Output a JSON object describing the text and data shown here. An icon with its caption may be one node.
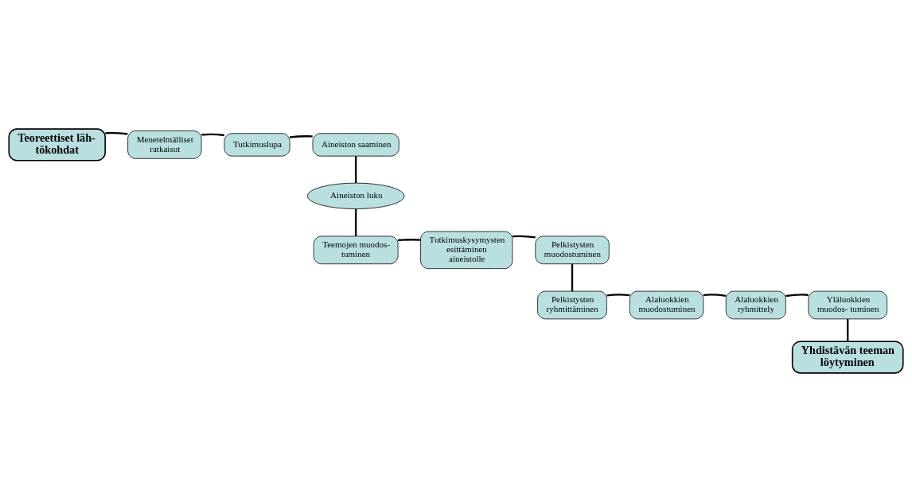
{
  "diagram": {
    "nodes": [
      {
        "text": [
          "Teoreettiset läh- tökohdat"
        ]
      },
      {
        "text": [
          "Menetelmälliset ratkaisut"
        ]
      },
      {
        "text": [
          "Tutkimuslupa"
        ]
      },
      {
        "text": [
          "Aineiston saaminen"
        ]
      },
      {
        "text": [
          "Aineiston luku"
        ]
      },
      {
        "text": [
          "Teemojen muodos- tuminen"
        ]
      },
      {
        "text": [
          "Tutkimuskysymysten esittäminen aineistolle"
        ]
      },
      {
        "text": [
          "Pelkistysten muodostuminen"
        ]
      },
      {
        "text": [
          "Pelkistysten ryhmittäminen"
        ]
      },
      {
        "text": [
          "Alaluokkien muodostuminen"
        ]
      },
      {
        "text": [
          "Alaluokkien ryhmittely"
        ]
      },
      {
        "text": [
          "Yläluokkien muodos- tuminen"
        ]
      },
      {
        "text": [
          "Yhdistävän teeman löytyminen"
        ]
      }
    ],
    "edges": [
      {
        "from": 0,
        "to": 1,
        "arrow": "none"
      },
      {
        "from": 1,
        "to": 2,
        "arrow": "none"
      },
      {
        "from": 2,
        "to": 3,
        "arrow": "none"
      },
      {
        "from": 3,
        "to": 4,
        "arrow": "none"
      },
      {
        "from": 4,
        "to": 5,
        "arrow": "none"
      },
      {
        "from": 5,
        "to": 6,
        "arrow": "none"
      },
      {
        "from": 6,
        "to": 7,
        "arrow": "none"
      },
      {
        "from": 7,
        "to": 8,
        "arrow": "none"
      },
      {
        "from": 8,
        "to": 9,
        "arrow": "none"
      },
      {
        "from": 9,
        "to": 10,
        "arrow": "none"
      },
      {
        "from": 10,
        "to": 11,
        "arrow": "none"
      },
      {
        "from": 11,
        "to": 12,
        "arrow": "none"
      }
    ]
  }
}
